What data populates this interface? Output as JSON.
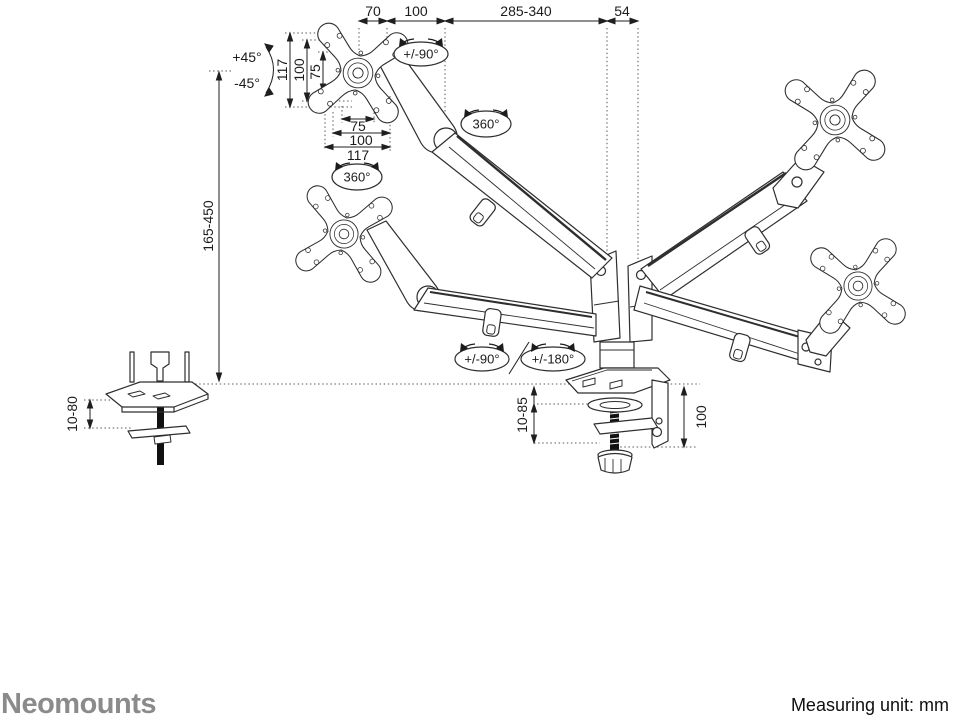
{
  "diagram": {
    "title_hint": "monitor-arm-dimension-drawing",
    "dims": {
      "top70": "70",
      "top100": "100",
      "top285": "285-340",
      "top54": "54",
      "v117": "117",
      "v100": "100",
      "v75": "75",
      "h75": "75",
      "h100": "100",
      "h117": "117",
      "height": "165-450",
      "grommet": "10-80",
      "clamp": "10-85",
      "clampDepth": "100"
    },
    "angles": {
      "tiltUp": "+45°",
      "tiltDown": "-45°",
      "swivelTop": "+/-90°",
      "rot360a": "360°",
      "rot360b": "360°",
      "base90": "+/-90°",
      "base180": "+/-180°"
    }
  },
  "footer": {
    "brand": "Neomounts",
    "note": "Measuring unit: mm"
  }
}
